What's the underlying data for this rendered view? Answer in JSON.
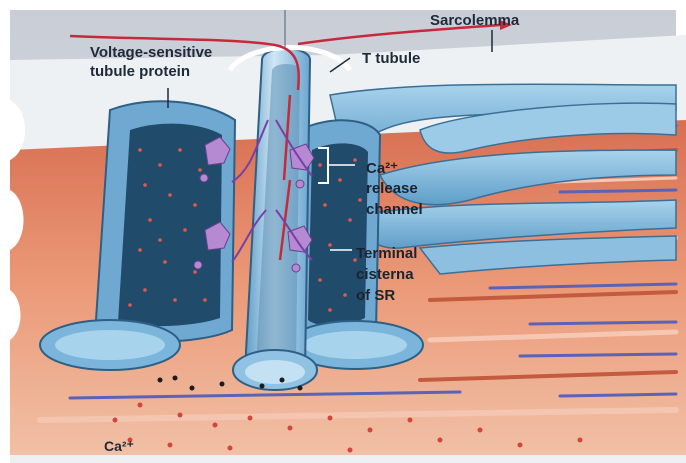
{
  "labels": {
    "sarcolemma": "Sarcolemma",
    "voltage_protein_line1": "Voltage-sensitive",
    "voltage_protein_line2": "tubule protein",
    "t_tubule": "T tubule",
    "release_channel_line1": "Ca²⁺",
    "release_channel_line2": "release",
    "release_channel_line3": "channel",
    "terminal_cisterna_line1": "Terminal",
    "terminal_cisterna_line2": "cisterna",
    "terminal_cisterna_line3": "of SR",
    "calcium_ion": "Ca²⁺"
  },
  "colors": {
    "sr_blue": "#7fb9dc",
    "sr_dark": "#2b5676",
    "myofibril_orange": "#e08a63",
    "myofibril_blue_band": "#5b63b8",
    "arrow_red": "#c8283c",
    "protein_purple": "#a77ac8",
    "calcium_dot": "#d2473c"
  }
}
